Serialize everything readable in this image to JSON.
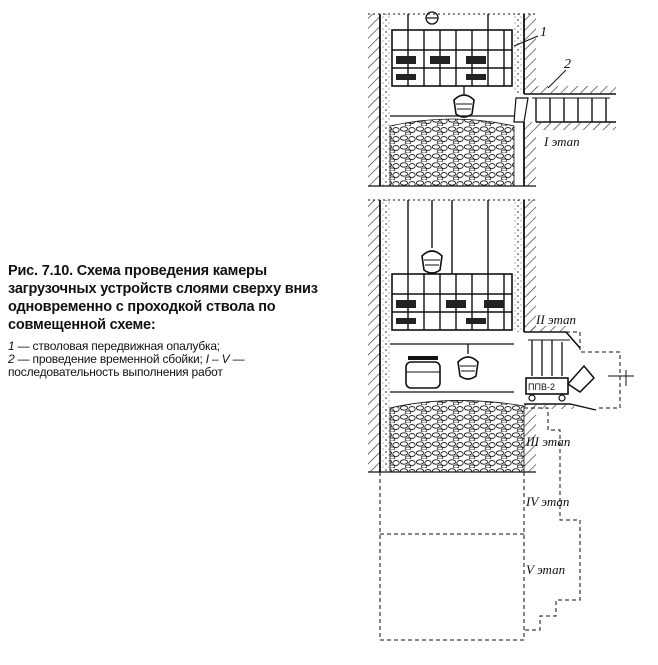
{
  "caption": {
    "title": "Рис. 7.10. Схема проведения камеры загрузочных устройств слоями сверху вниз одновременно с проходкой ствола по совмещенной схеме:",
    "legend_1_num": "1",
    "legend_1_text": " — стволовая передвижная опалубка;",
    "legend_2_num": "2",
    "legend_2_text": " — проведение временной сбойки;",
    "legend_range": "I – V",
    "legend_range_text": " — последовательность выполнения работ"
  },
  "drawing": {
    "label_1": "1",
    "label_2": "2",
    "stage_1": "I этап",
    "stage_2": "II этап",
    "stage_3": "III этап",
    "stage_4": "IV этап",
    "stage_5": "V этап",
    "machine_tag": "ППВ-2"
  },
  "colors": {
    "ink": "#111111",
    "paper": "#ffffff",
    "hatch": "#333333"
  }
}
